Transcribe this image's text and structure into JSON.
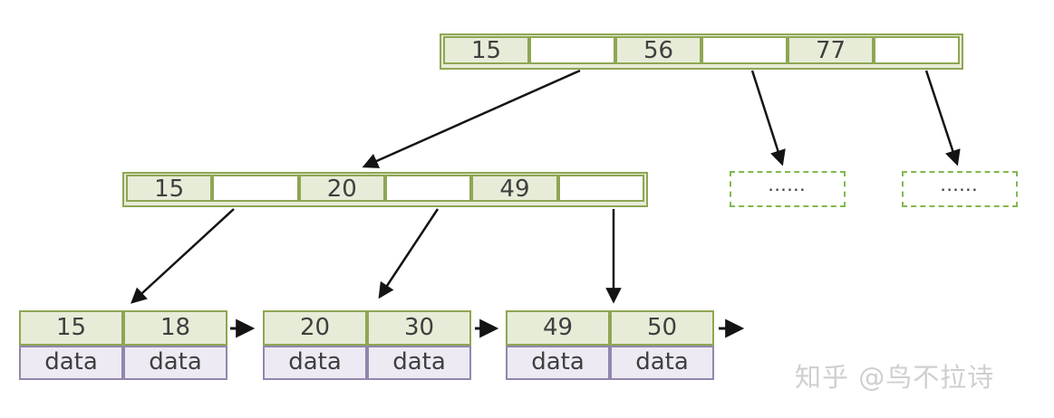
{
  "diagram_type": "b-plus-tree-index",
  "colors": {
    "node-border": "#8fa653",
    "key-fill": "#e7ecd8",
    "data-border": "#9286ad",
    "data-fill": "#edeaf3",
    "dashed-border": "#82b84f",
    "arrow": "#141414",
    "text": "#3f3f3f",
    "watermark": "#cfcfcf"
  },
  "root_node": {
    "cells": [
      "15",
      "",
      "56",
      "",
      "77",
      ""
    ]
  },
  "internal_node": {
    "cells": [
      "15",
      "",
      "20",
      "",
      "49",
      ""
    ]
  },
  "leaf_nodes": [
    {
      "keys": [
        "15",
        "18"
      ],
      "data": [
        "data",
        "data"
      ]
    },
    {
      "keys": [
        "20",
        "30"
      ],
      "data": [
        "data",
        "data"
      ]
    },
    {
      "keys": [
        "49",
        "50"
      ],
      "data": [
        "data",
        "data"
      ]
    }
  ],
  "overflow_nodes": [
    {
      "label": "......"
    },
    {
      "label": "......"
    }
  ],
  "edges": [
    {
      "from": "root-pointer-1",
      "to": "internal-node"
    },
    {
      "from": "root-pointer-2",
      "to": "overflow-node-1"
    },
    {
      "from": "root-pointer-3",
      "to": "overflow-node-2"
    },
    {
      "from": "internal-pointer-1",
      "to": "leaf-node-1"
    },
    {
      "from": "internal-pointer-2",
      "to": "leaf-node-2"
    },
    {
      "from": "internal-pointer-3",
      "to": "leaf-node-3"
    },
    {
      "from": "leaf-node-1",
      "to": "leaf-node-2"
    },
    {
      "from": "leaf-node-2",
      "to": "leaf-node-3"
    },
    {
      "from": "leaf-node-3",
      "to": "next-leaf"
    }
  ],
  "watermark": {
    "text": "知乎 @鸟不拉诗"
  }
}
